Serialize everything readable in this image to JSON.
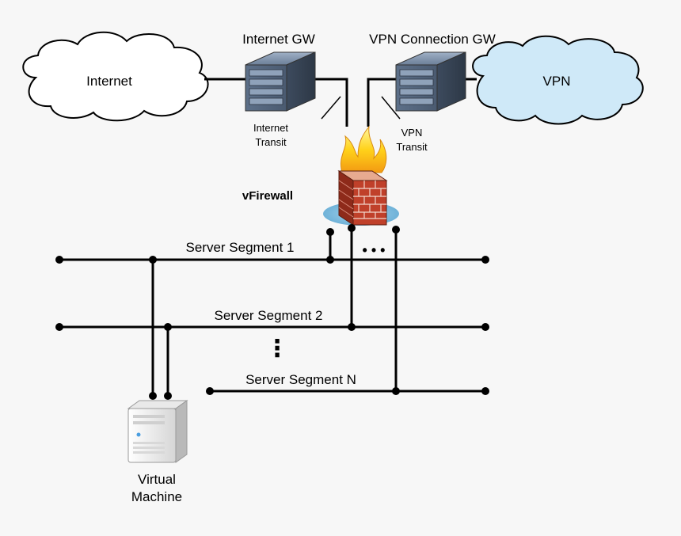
{
  "clouds": {
    "internet": {
      "label": "Internet",
      "color": "#ffffff"
    },
    "vpn": {
      "label": "VPN",
      "color": "#cfe9f8"
    }
  },
  "gateways": {
    "internet_gw": {
      "label": "Internet GW",
      "icon": "server-rack-icon"
    },
    "vpn_gw": {
      "label": "VPN Connection GW",
      "icon": "server-rack-icon"
    }
  },
  "transits": {
    "internet": {
      "line1": "Internet",
      "line2": "Transit"
    },
    "vpn": {
      "line1": "VPN",
      "line2": "Transit"
    }
  },
  "firewall": {
    "label": "vFirewall",
    "label_color": "#ee1111",
    "icon": "firewall-icon"
  },
  "segments": [
    {
      "label": "Server Segment 1"
    },
    {
      "label": "Server Segment 2"
    },
    {
      "label": "Server Segment N"
    }
  ],
  "ellipsis_horizontal": "• • •",
  "ellipsis_vertical": "⋮",
  "virtual_machine": {
    "line1": "Virtual",
    "line2": "Machine",
    "icon": "tower-server-icon"
  }
}
